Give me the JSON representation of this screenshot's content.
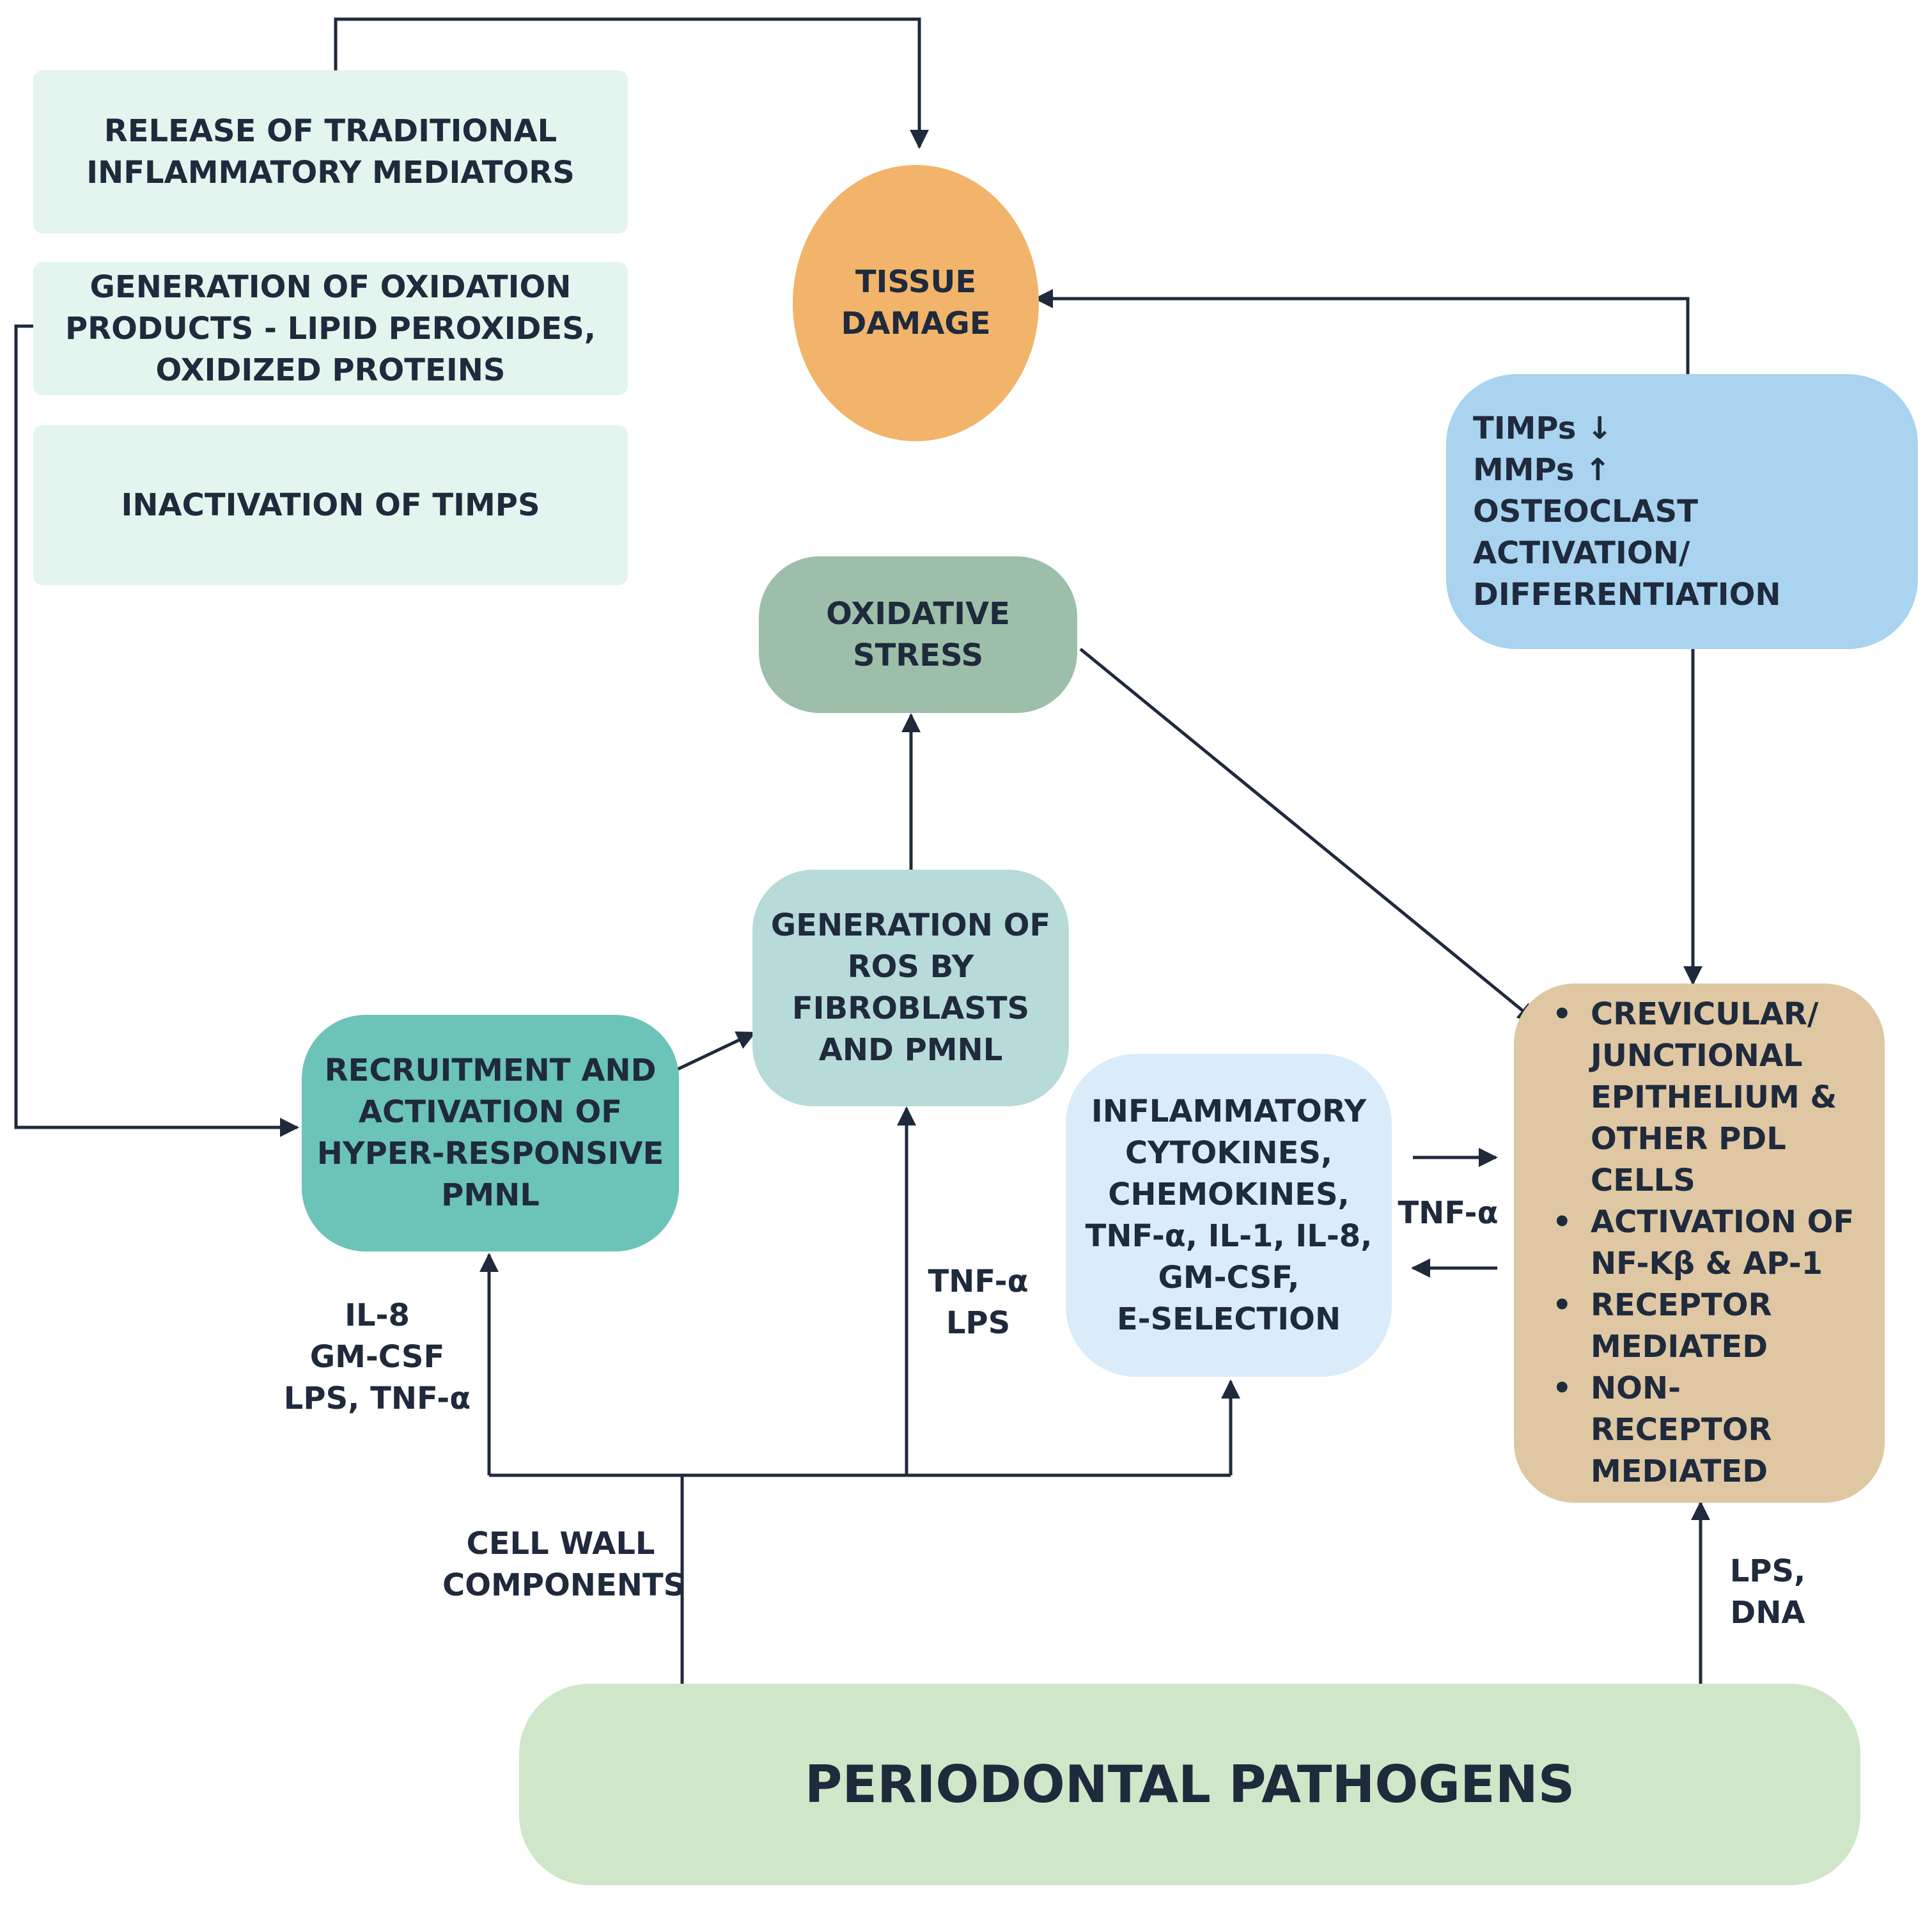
{
  "boxes": {
    "release": [
      "RELEASE OF TRADITIONAL",
      "INFLAMMATORY MEDIATORS"
    ],
    "generation_ox": [
      "GENERATION OF OXIDATION",
      "PRODUCTS - LIPID PEROXIDES,",
      "OXIDIZED PROTEINS"
    ],
    "inactivation": [
      "INACTIVATION OF TIMPS"
    ],
    "tissue": [
      "TISSUE",
      "DAMAGE"
    ],
    "timps": [
      "TIMPs ↓",
      "MMPs ↑",
      "OSTEOCLAST ACTIVATION/",
      "DIFFERENTIATION"
    ],
    "oxidative": [
      "OXIDATIVE",
      "STRESS"
    ],
    "ros": [
      "GENERATION OF",
      "ROS BY",
      "FIBROBLASTS",
      "AND PMNL"
    ],
    "recruit": [
      "RECRUITMENT AND",
      "ACTIVATION OF",
      "HYPER-RESPONSIVE",
      "PMNL"
    ],
    "inflam": [
      "INFLAMMATORY",
      "CYTOKINES,",
      "CHEMOKINES,",
      "TNF-α, IL-1, IL-8,",
      "GM-CSF,",
      "E-SELECTION"
    ],
    "crevicular": [
      "CREVICULAR/ JUNCTIONAL EPITHELIUM & OTHER PDL CELLS",
      "ACTIVATION OF NF-Kβ & AP-1",
      "RECEPTOR MEDIATED",
      "NON-RECEPTOR MEDIATED"
    ],
    "pathogens": "PERIODONTAL PATHOGENS"
  },
  "labels": {
    "il8": [
      "IL-8",
      "GM-CSF",
      "LPS, TNF-α"
    ],
    "tnf_lps": [
      "TNF-α",
      "LPS"
    ],
    "tnf_right": "TNF-α",
    "cell_wall": [
      "CELL WALL",
      "COMPONENTS"
    ],
    "lps_dna": [
      "LPS,",
      "DNA"
    ]
  },
  "colors": {
    "pane": "#e3f5ee",
    "tissue": "#f2b46a",
    "timps": "#a9d3ee",
    "oxidative": "#9dbfaa",
    "ros": "#b7dbd9",
    "recruit": "#6cc3b7",
    "inflam": "#daecfa",
    "crevicular": "#dec7a2",
    "pathogens": "#cfe7c8",
    "ink": "#1f2a3c"
  }
}
